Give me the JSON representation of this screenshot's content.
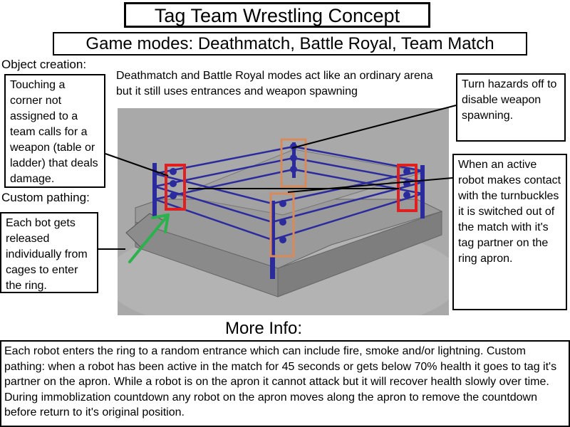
{
  "title": "Tag Team Wrestling Concept",
  "modes": "Game modes: Deathmatch, Battle Royal, Team Match",
  "labels": {
    "object_creation": "Object creation:",
    "custom_pathing": "Custom pathing:"
  },
  "description": "Deathmatch and Battle Royal modes act like an ordinary arena but it still uses entrances and weapon spawning",
  "notes": {
    "corner": "Touching a corner not assigned to a team calls for a weapon (table or ladder) that deals damage.",
    "release": "Each bot gets released individually from cages to enter the ring.",
    "hazards": "Turn hazards off to disable weapon spawning.",
    "turnbuckle": "When an active robot makes contact with the turnbuckles it is switched out of the match with it's tag partner on the ring apron."
  },
  "more_info": {
    "title": "More Info:",
    "text": "Each robot enters the ring to a random entrance which can include fire, smoke and/or lightning. Custom pathing: when a robot has been active in the match for 45 seconds or gets below 70% health it goes to tag it's partner on the apron. While a robot is on the apron it cannot attack but it will recover health slowly over time. During immoblization countdown any robot on the apron moves along the apron to remove the countdown before return to it's original position."
  },
  "colors": {
    "scene_bg": "#a9a9a9",
    "ring_floor": "#a6a6a6",
    "ring_apron": "#8f8f8f",
    "rope": "#2b2b9e",
    "red_marker": "#e02020",
    "orange_marker": "#d98a5a",
    "green_arrow": "#2bb24c"
  }
}
